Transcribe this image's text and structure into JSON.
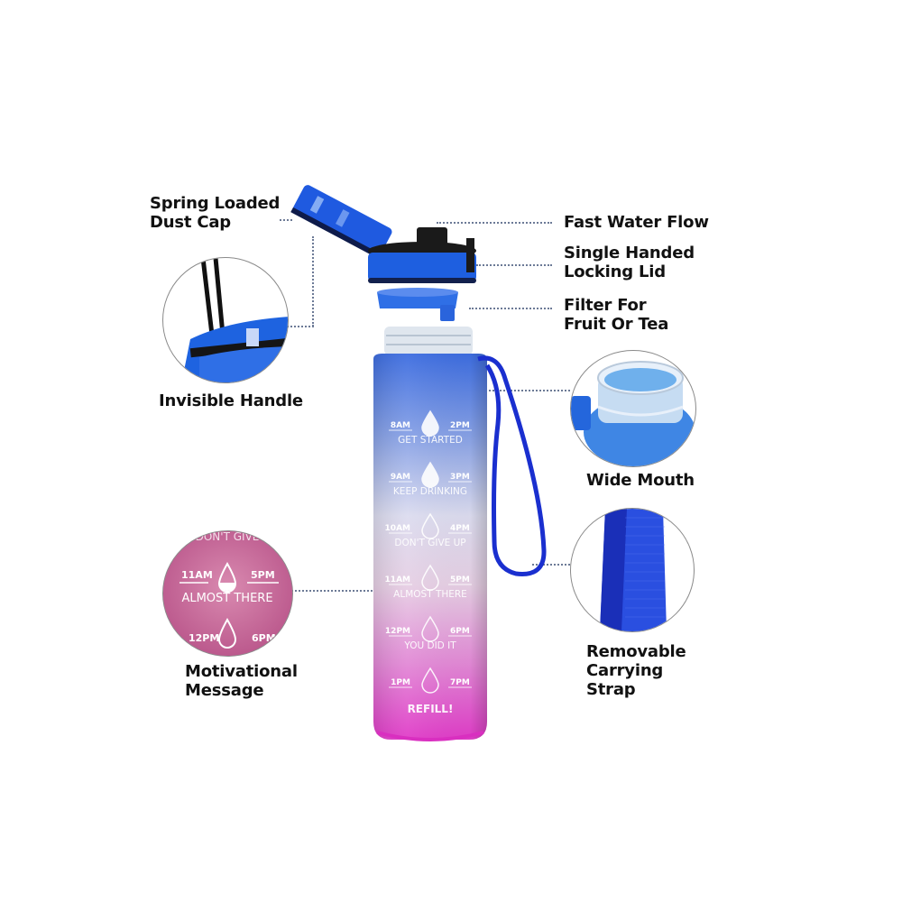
{
  "features": {
    "spring_cap": "Spring Loaded\nDust Cap",
    "fast_flow": "Fast Water Flow",
    "locking_lid": "Single Handed\nLocking Lid",
    "filter": "Filter For\nFruit Or Tea",
    "handle": "Invisible Handle",
    "wide_mouth": "Wide Mouth",
    "motivational": "Motivational\nMessage",
    "strap": "Removable\nCarrying\nStrap"
  },
  "bottle_markings": [
    {
      "left": "8AM",
      "right": "2PM",
      "message": "GET STARTED"
    },
    {
      "left": "9AM",
      "right": "3PM",
      "message": "KEEP DRINKING"
    },
    {
      "left": "10AM",
      "right": "4PM",
      "message": "DON'T GIVE UP"
    },
    {
      "left": "11AM",
      "right": "5PM",
      "message": "ALMOST THERE"
    },
    {
      "left": "12PM",
      "right": "6PM",
      "message": "YOU DID IT"
    },
    {
      "left": "1PM",
      "right": "7PM",
      "message": "REFILL!"
    }
  ],
  "zoom_message": {
    "top": "DON'T GIVE",
    "left": "11AM",
    "right": "5PM",
    "message": "ALMOST THERE",
    "bottom_left": "12PM",
    "bottom_right": "6PM"
  },
  "colors": {
    "bottle_top": "#3f6fe0",
    "bottle_mid": "#e6e4f2",
    "bottle_bottom": "#e040c8",
    "lid_blue": "#1f5fe0",
    "strap_blue": "#1a2fcf",
    "lid_black": "#1a1a1a"
  }
}
